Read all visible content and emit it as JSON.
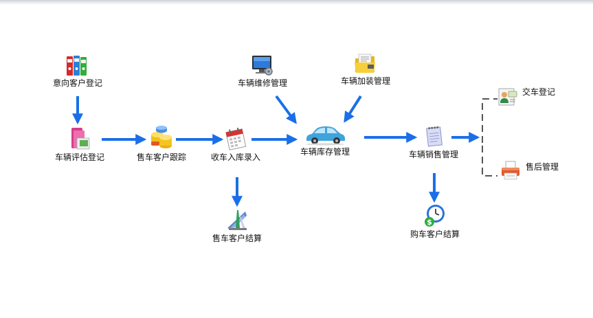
{
  "nodes": {
    "intent_customer_register": "意向客户登记",
    "vehicle_evaluation_register": "车辆评估登记",
    "sales_customer_tracking": "售车客户跟踪",
    "vehicle_intake_entry": "收车入库录入",
    "sales_customer_settlement": "售车客户结算",
    "vehicle_repair_management": "车辆维修管理",
    "vehicle_addon_management": "车辆加装管理",
    "vehicle_inventory_management": "车辆库存管理",
    "vehicle_sales_management": "车辆销售管理",
    "purchase_customer_settlement": "购车客户结算",
    "delivery_register": "交车登记",
    "after_sales_management": "售后管理"
  },
  "colors": {
    "arrow": "#1a6fe8",
    "dashed_connector": "#555555"
  }
}
